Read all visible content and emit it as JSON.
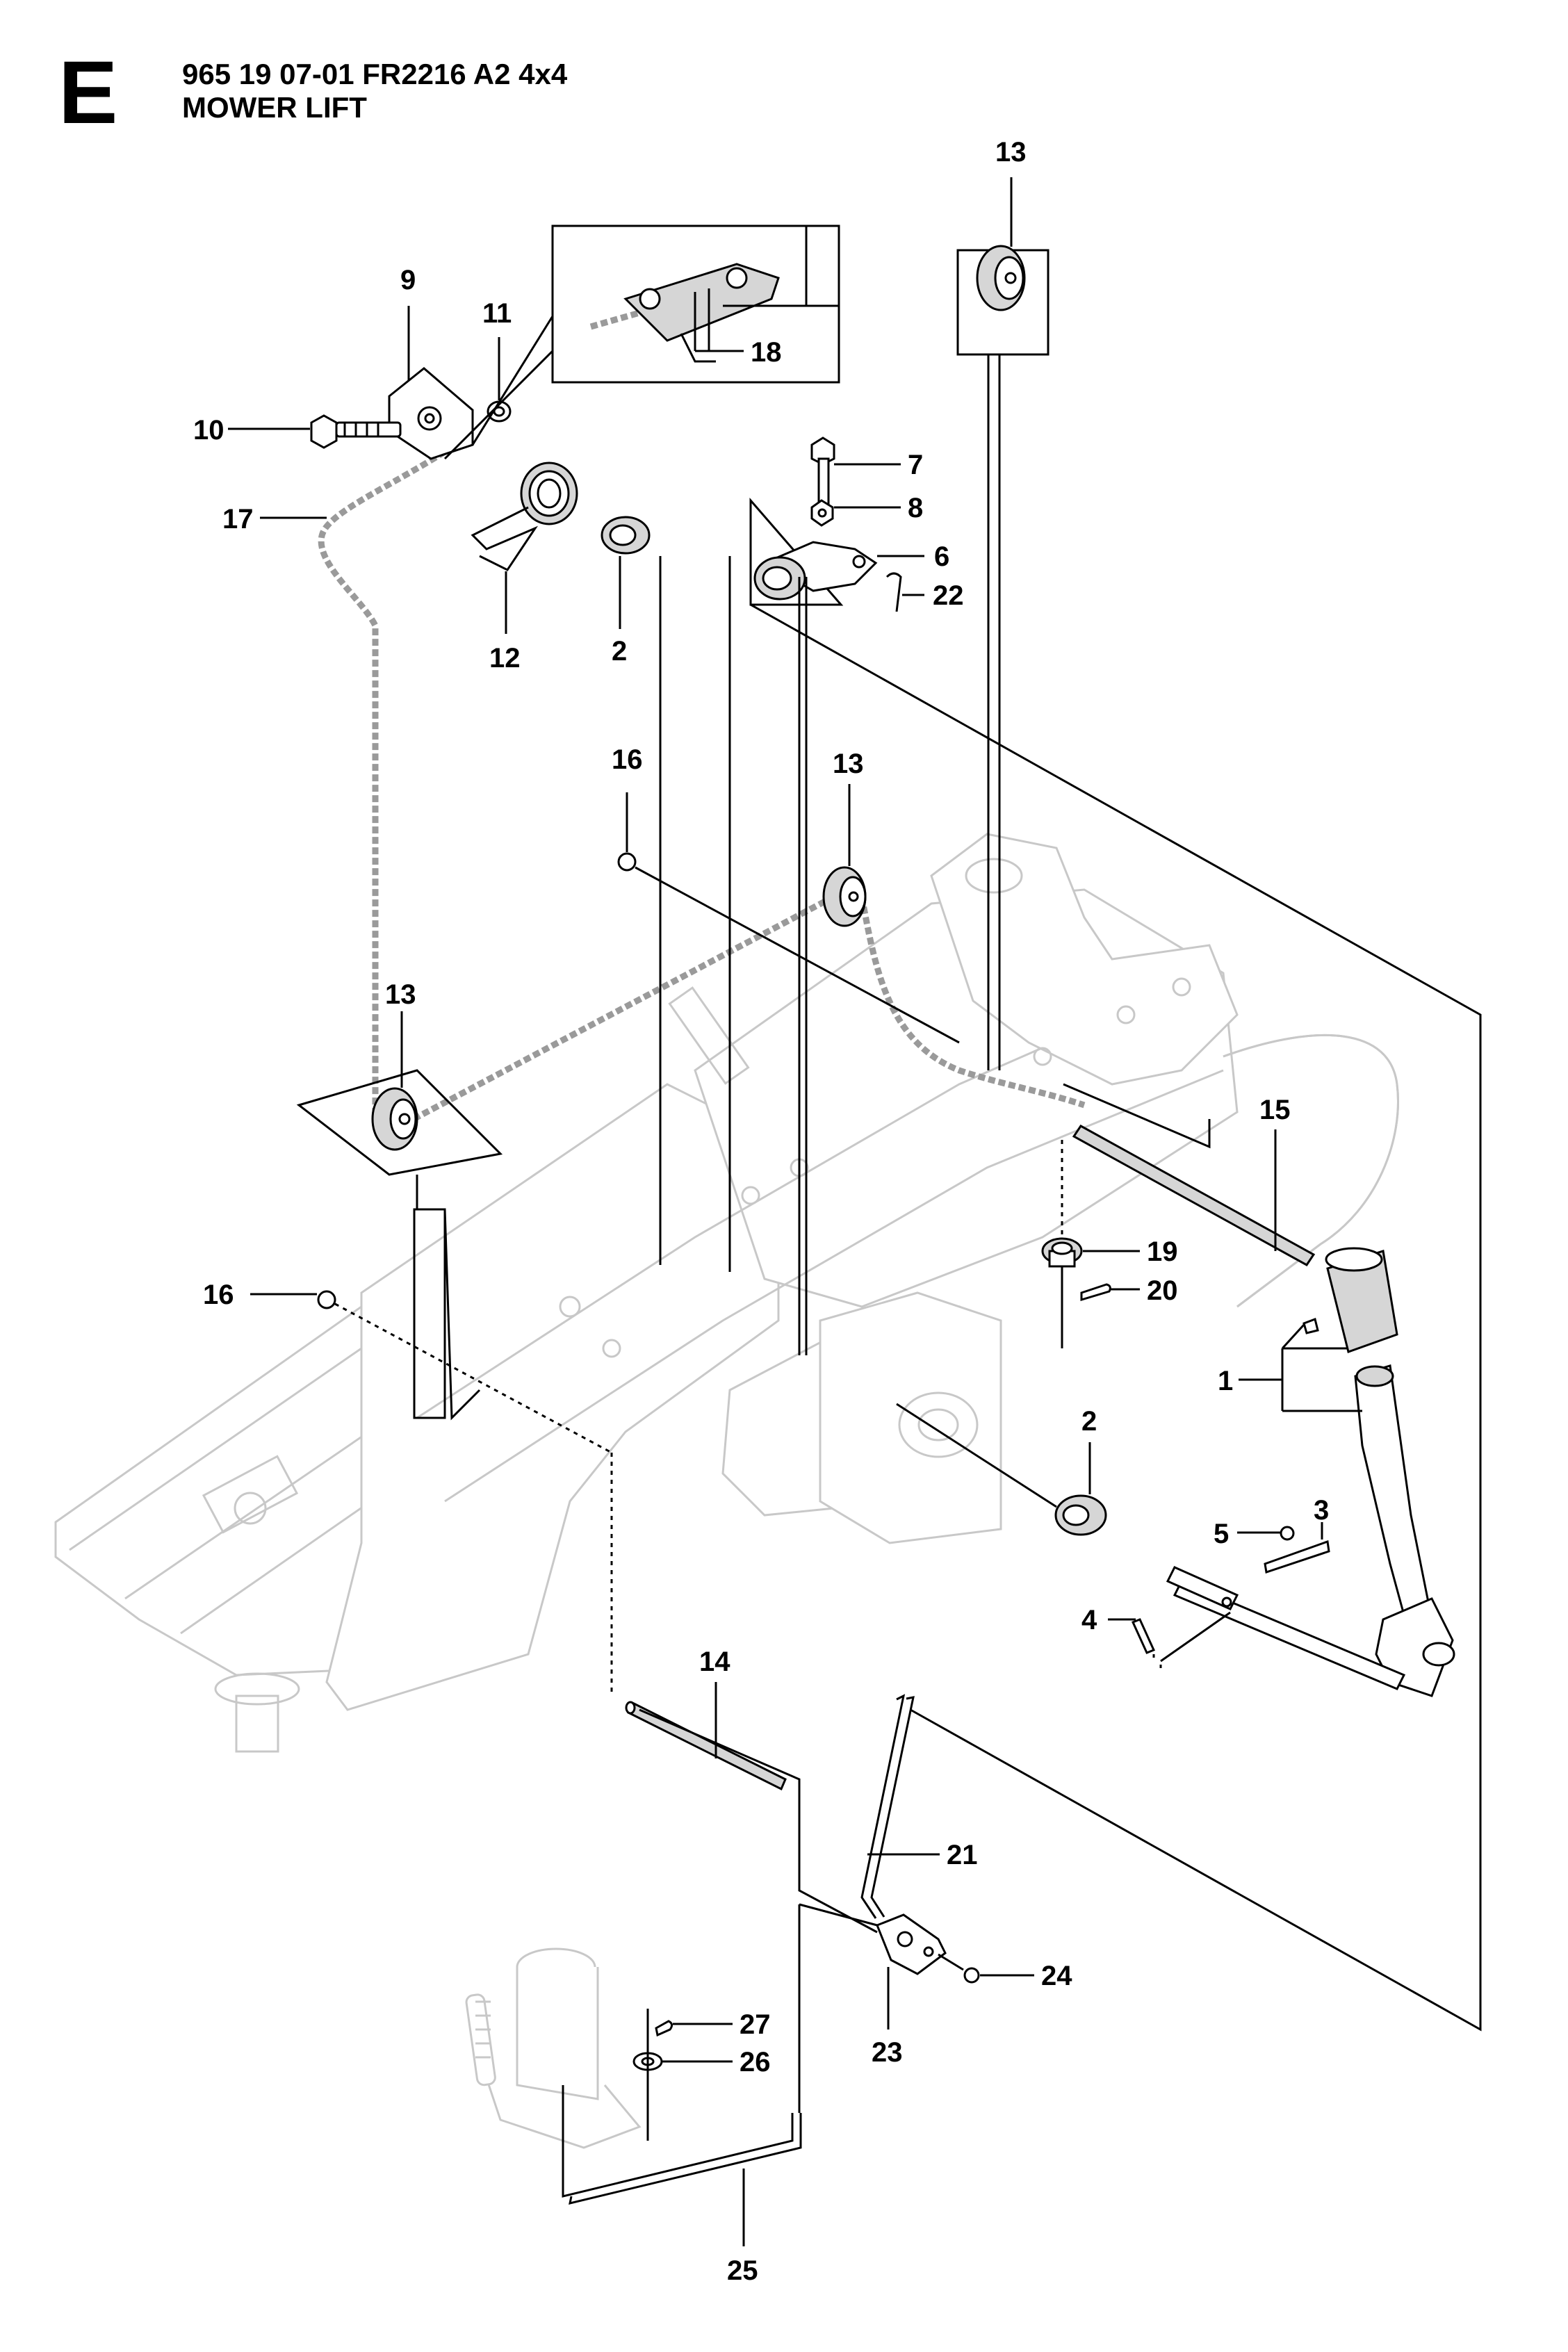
{
  "header": {
    "section_letter": "E",
    "model": "965 19 07-01 FR2216 A2 4x4",
    "title": "MOWER LIFT"
  },
  "callouts": [
    {
      "id": "c13a",
      "label": "13"
    },
    {
      "id": "c9",
      "label": "9"
    },
    {
      "id": "c11",
      "label": "11"
    },
    {
      "id": "c18",
      "label": "18"
    },
    {
      "id": "c10",
      "label": "10"
    },
    {
      "id": "c7",
      "label": "7"
    },
    {
      "id": "c8",
      "label": "8"
    },
    {
      "id": "c17",
      "label": "17"
    },
    {
      "id": "c6",
      "label": "6"
    },
    {
      "id": "c22",
      "label": "22"
    },
    {
      "id": "c12",
      "label": "12"
    },
    {
      "id": "c2a",
      "label": "2"
    },
    {
      "id": "c16a",
      "label": "16"
    },
    {
      "id": "c13b",
      "label": "13"
    },
    {
      "id": "c13c",
      "label": "13"
    },
    {
      "id": "c15",
      "label": "15"
    },
    {
      "id": "c19",
      "label": "19"
    },
    {
      "id": "c16b",
      "label": "16"
    },
    {
      "id": "c20",
      "label": "20"
    },
    {
      "id": "c1",
      "label": "1"
    },
    {
      "id": "c2b",
      "label": "2"
    },
    {
      "id": "c3",
      "label": "3"
    },
    {
      "id": "c5",
      "label": "5"
    },
    {
      "id": "c4",
      "label": "4"
    },
    {
      "id": "c14",
      "label": "14"
    },
    {
      "id": "c21",
      "label": "21"
    },
    {
      "id": "c24",
      "label": "24"
    },
    {
      "id": "c27",
      "label": "27"
    },
    {
      "id": "c26",
      "label": "26"
    },
    {
      "id": "c23",
      "label": "23"
    },
    {
      "id": "c25",
      "label": "25"
    }
  ]
}
